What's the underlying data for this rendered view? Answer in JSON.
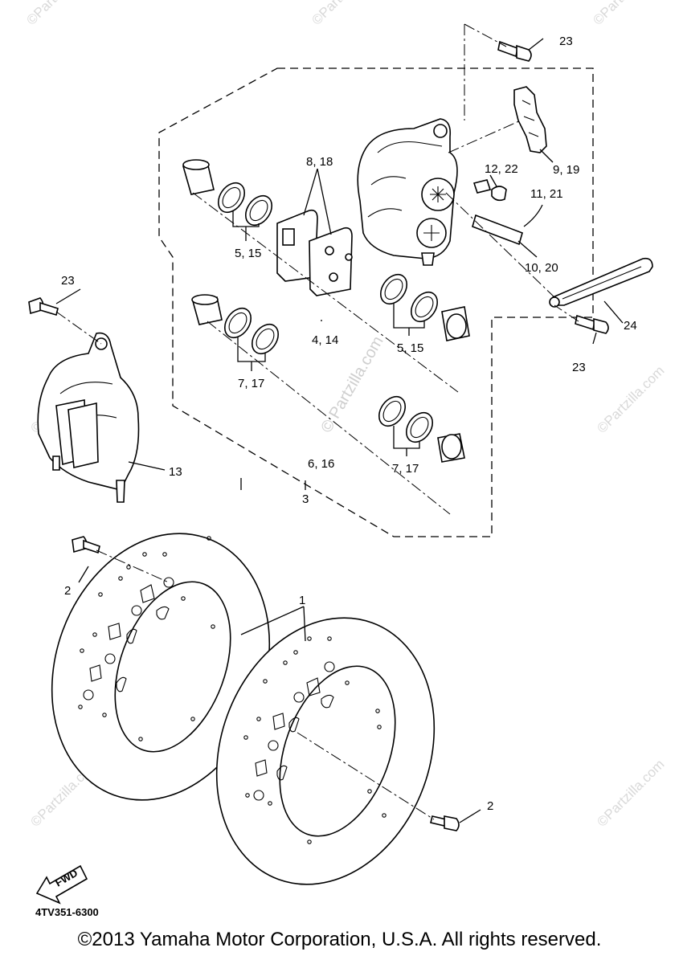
{
  "callouts": {
    "c23_top": "23",
    "c9_19": "9, 19",
    "c12_22": "12, 22",
    "c11_21": "11, 21",
    "c10_20": "10, 20",
    "c24": "24",
    "c23_right": "23",
    "c8_18": "8, 18",
    "c5_15_top": "5, 15",
    "c4_14": "4, 14",
    "c5_15_mid": "5, 15",
    "c7_17_left": "7, 17",
    "c6_16": "6, 16",
    "c7_17_right": "7, 17",
    "c3": "3",
    "c23_left": "23",
    "c13": "13",
    "c2_left": "2",
    "c1": "1",
    "c2_right": "2"
  },
  "watermark": {
    "mark": "©Partzilla.com",
    "center": "© Partzilla.com"
  },
  "fwd_label": "FWD",
  "diagram_code": "4TV351-6300",
  "copyright": "©2013 Yamaha Motor Corporation, U.S.A. All rights reserved."
}
